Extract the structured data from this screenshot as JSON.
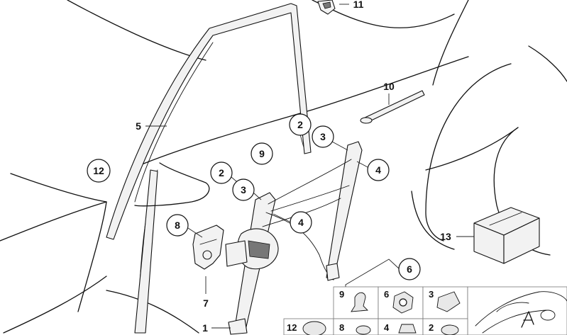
{
  "callouts": {
    "c2a": "2",
    "c3a": "3",
    "c4a": "4",
    "c9": "9",
    "c2b": "2",
    "c3b": "3",
    "c4b": "4",
    "c12": "12",
    "c8": "8",
    "c6": "6"
  },
  "labels": {
    "l11": "11",
    "l10": "10",
    "l5": "5",
    "l7": "7",
    "l1": "1",
    "l13": "13"
  },
  "fastener_grid": {
    "row1": [
      "9",
      "6",
      "3"
    ],
    "row2": [
      "12",
      "8",
      "4",
      "2"
    ]
  }
}
